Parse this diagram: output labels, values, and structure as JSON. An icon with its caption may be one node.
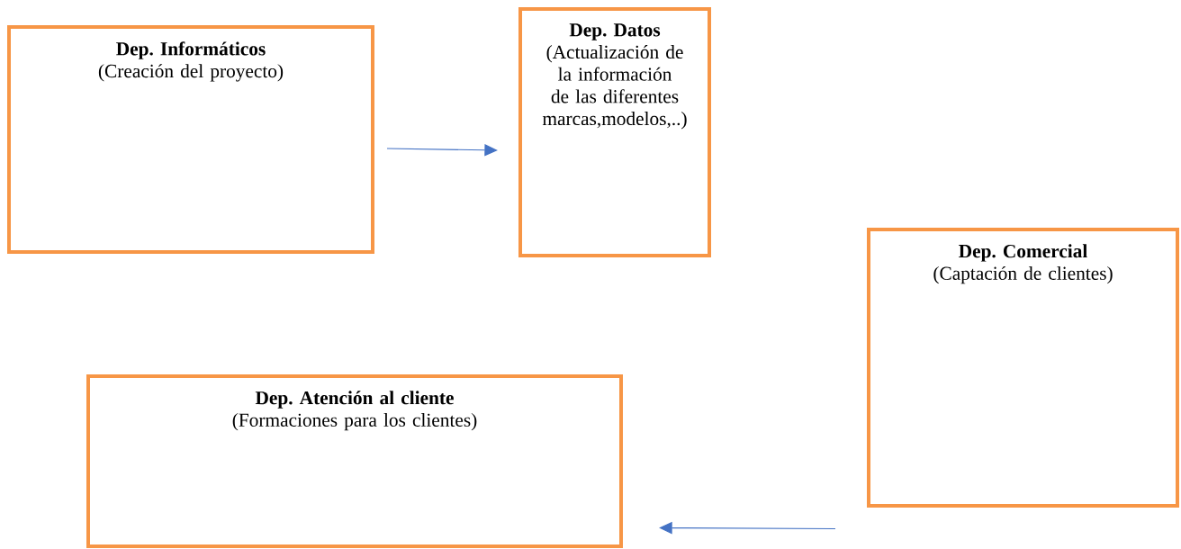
{
  "diagram": {
    "nodes": [
      {
        "text": [
          "Dep. Informáticos",
          "(Creación del proyecto)"
        ]
      },
      {
        "text": [
          "Dep. Datos",
          "(Actualización de la información de las diferentes marcas,modelos,..)"
        ]
      },
      {
        "text": [
          "Dep. Comercial",
          "(Captación de clientes)"
        ]
      },
      {
        "text": [
          "Dep. Atención al cliente",
          "(Formaciones para los clientes)"
        ]
      }
    ],
    "edges": [
      {
        "from": 0,
        "to": 1,
        "arrow": "to"
      },
      {
        "from": 2,
        "to": 3,
        "arrow": "to"
      }
    ]
  }
}
